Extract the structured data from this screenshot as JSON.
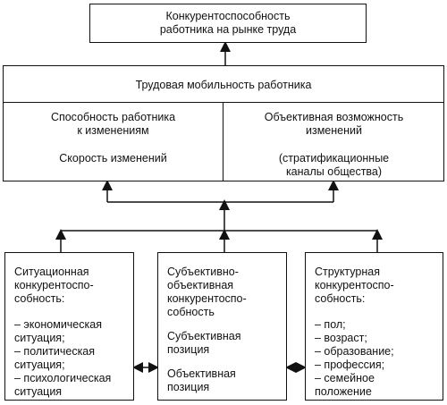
{
  "top": {
    "text": "Конкурентоспособность\nработника на рынке труда"
  },
  "mobility": {
    "title": "Трудовая мобильность работника",
    "left": {
      "line1": "Способность работника\nк изменениям",
      "line2": "Скорость изменений"
    },
    "right": {
      "line1": "Объективная возможность\nизменений",
      "line2": "(стратификационные\nканалы общества)"
    }
  },
  "situational": {
    "heading": "Ситуационная\nконкурентоспо-\nсобность:",
    "items": [
      "– экономическая\nситуация;",
      "– политическая\nситуация;",
      "– психологическая\nситуация"
    ]
  },
  "subjective": {
    "heading": "Субъективно-\nобъективная\nконкурентоспо-\nсобность",
    "item1": "Субъективная\nпозиция",
    "item2": "Объективная\nпозиция"
  },
  "structural": {
    "heading": "Структурная\nконкурентоспо-\nсобность:",
    "items": [
      "– пол;",
      "– возраст;",
      "– образование;",
      "– профессия;",
      "– семейное\n   положение"
    ]
  }
}
